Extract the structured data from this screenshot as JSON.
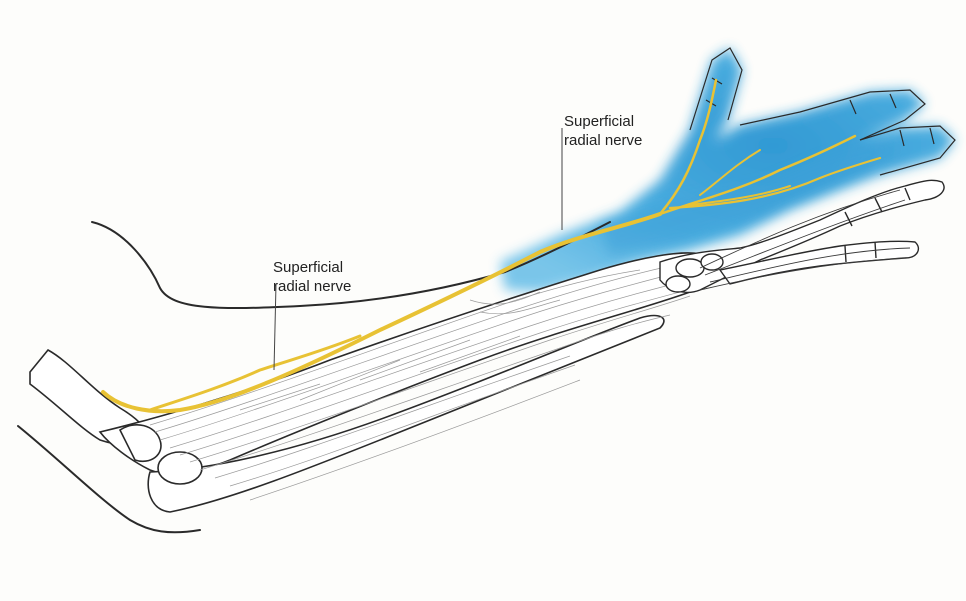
{
  "labels": [
    {
      "line1": "Superficial",
      "line2": "radial nerve"
    },
    {
      "line1": "Superficial",
      "line2": "radial nerve"
    }
  ],
  "colors": {
    "background": "#fdfdfb",
    "outline": "#2a2a2a",
    "muscle_lines": "#9a9a9a",
    "nerve": "#e8c234",
    "sensory_area": "#2f9fd8"
  }
}
